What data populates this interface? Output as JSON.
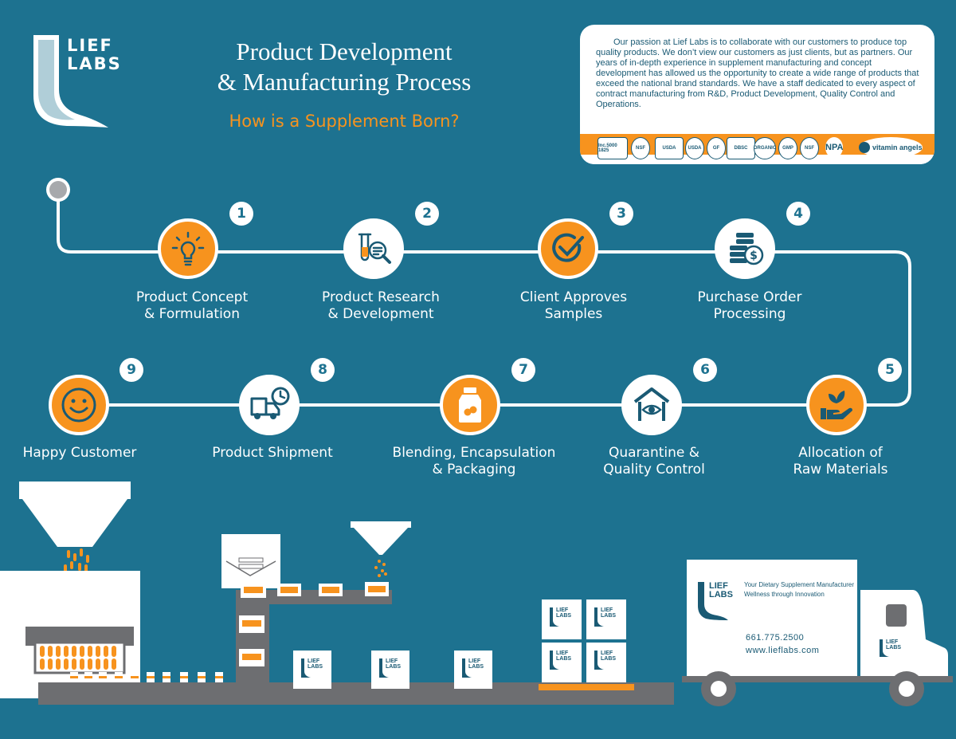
{
  "brand": {
    "logo_text": "LIEF\nLABS"
  },
  "header": {
    "title_line1": "Product Development",
    "title_line2": "& Manufacturing Process",
    "subtitle": "How is a Supplement Born?"
  },
  "intro": {
    "text": "Our passion at Lief Labs is to collaborate with our customers to produce top quality products. We don’t view our customers as just clients, but as partners. Our years of in-depth experience in supplement manufacturing and concept development has allowed us the opportunity to create a wide range of products that exceed the national brand standards. We have a staff dedicated to every aspect of contract manufacturing from R&D, Product Development, Quality Control and Operations.",
    "certifications": [
      "Inc.5000 1825",
      "NSF",
      "USDA",
      "GF",
      "DBSC",
      "ORGANIC",
      "GMP",
      "NSF",
      "NPA",
      "vitamin angels"
    ]
  },
  "steps": [
    {
      "number": "1",
      "label": "Product Concept\n& Formulation",
      "icon": "lightbulb-icon"
    },
    {
      "number": "2",
      "label": "Product Research\n& Development",
      "icon": "test-tube-magnifier-icon"
    },
    {
      "number": "3",
      "label": "Client Approves\nSamples",
      "icon": "checkmark-icon"
    },
    {
      "number": "4",
      "label": "Purchase Order\nProcessing",
      "icon": "coins-dollar-icon"
    },
    {
      "number": "5",
      "label": "Allocation of\nRaw Materials",
      "icon": "hand-plant-icon"
    },
    {
      "number": "6",
      "label": "Quarantine &\nQuality Control",
      "icon": "warehouse-eye-icon"
    },
    {
      "number": "7",
      "label": "Blending, Encapsulation\n& Packaging",
      "icon": "bottle-icon"
    },
    {
      "number": "8",
      "label": "Product Shipment",
      "icon": "truck-clock-icon"
    },
    {
      "number": "9",
      "label": "Happy Customer",
      "icon": "smiley-icon"
    }
  ],
  "truck": {
    "logo_text": "LIEF\nLABS",
    "tagline": "Your Dietary Supplement Manufacturer\nWellness through Innovation",
    "phone": "661.775.2500",
    "website": "www.lieflabs.com"
  },
  "colors": {
    "background": "#1d7290",
    "accent": "#f7931e",
    "dark": "#1a5a74",
    "belt": "#6d6e71"
  }
}
